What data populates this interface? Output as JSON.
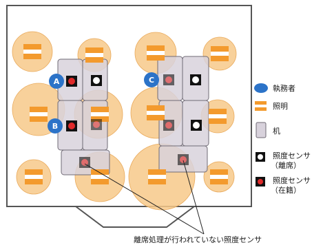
{
  "colors": {
    "light_glow": "#f7c98a",
    "light_rim": "#e9a95a",
    "light_orange": "#f39a2d",
    "desk_fill": "#d8d2dc",
    "desk_stroke": "#6f6a75",
    "worker": "#2c73c8",
    "sensor_occupied": "#e02a2a",
    "sensor_absent": "#ffffff",
    "wall": "#555555"
  },
  "legend": {
    "worker": "執務者",
    "light": "照明",
    "desk": "机",
    "sensor_absent_line1": "照度センサ",
    "sensor_absent_line2": "（離席）",
    "sensor_occupied_line1": "照度センサ",
    "sensor_occupied_line2": "（在籍）"
  },
  "workers": [
    "A",
    "B",
    "C"
  ],
  "caption": "離席処理が行われていない照度センサ"
}
